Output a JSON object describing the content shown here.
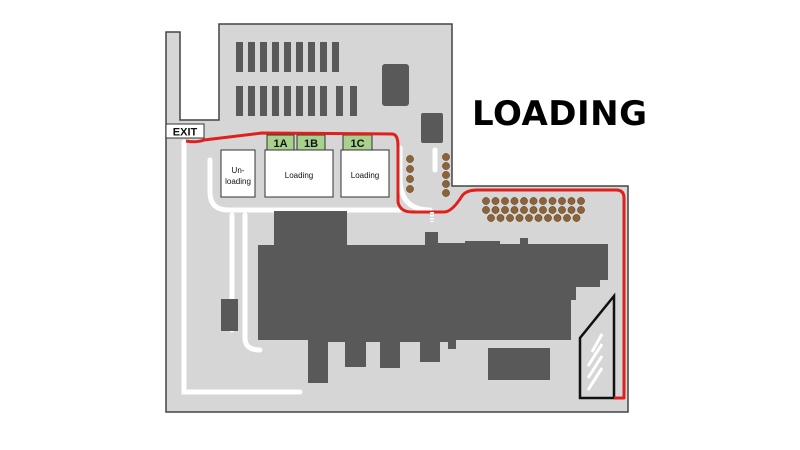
{
  "map": {
    "heading": "LOADING",
    "exit_label": "EXIT",
    "doors": [
      {
        "id": "1A",
        "label": "1A"
      },
      {
        "id": "1B",
        "label": "1B"
      },
      {
        "id": "1C",
        "label": "1C"
      }
    ],
    "areas": {
      "unloading_line1": "Un-",
      "unloading_line2": "loading",
      "loading_left": "Loading",
      "loading_right": "Loading"
    },
    "colors": {
      "site": "#d6d6d6",
      "building": "#595959",
      "road": "#ffffff",
      "route": "#e0201c",
      "door": "#a9d18e",
      "bollard": "#8c6239"
    }
  }
}
